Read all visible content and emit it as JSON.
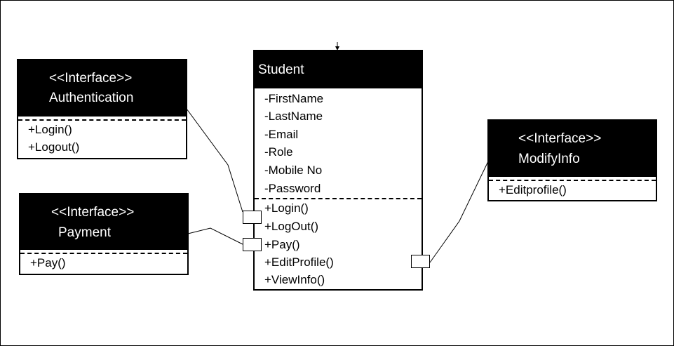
{
  "student": {
    "title": "Student",
    "attributes": [
      "-FirstName",
      "-LastName",
      "-Email",
      "-Role",
      "-Mobile No",
      "-Password"
    ],
    "operations": [
      "+Login()",
      "+LogOut()",
      "+Pay()",
      "+EditProfile()",
      "+ViewInfo()"
    ]
  },
  "authentication": {
    "stereotype": "<<Interface>>",
    "name": "Authentication",
    "operations": [
      "+Login()",
      "+Logout()"
    ]
  },
  "payment": {
    "stereotype": "<<Interface>>",
    "name": "Payment",
    "operations": [
      "+Pay()"
    ]
  },
  "modifyinfo": {
    "stereotype": "<<Interface>>",
    "name": "ModifyInfo",
    "operations": [
      "+Editprofile()"
    ]
  },
  "colors": {
    "header_bg": "#000000",
    "header_text": "#ffffff",
    "line": "#000000",
    "background": "#ffffff"
  }
}
